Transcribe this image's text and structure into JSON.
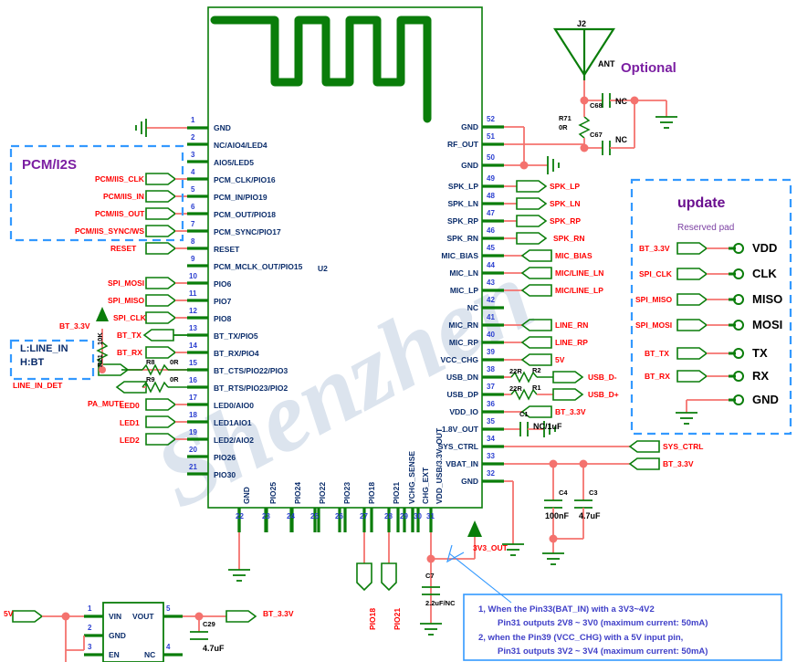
{
  "sheet": {
    "watermark": "Shenzhen",
    "ref_des": "U2",
    "optional_label": "Optional",
    "antenna_ref": "J2",
    "antenna_label": "ANT"
  },
  "blocks": {
    "pcm_i2s": {
      "title": "PCM/I2S"
    },
    "line_in_det": {
      "line1": "L:LINE_IN",
      "line2": "H:BT"
    },
    "update": {
      "title": "update",
      "subtitle": "Reserved pad"
    }
  },
  "left_pins": [
    {
      "num": "1",
      "name": "GND",
      "net": ""
    },
    {
      "num": "2",
      "name": "NC/AIO4/LED4",
      "net": ""
    },
    {
      "num": "3",
      "name": "AIO5/LED5",
      "net": ""
    },
    {
      "num": "4",
      "name": "PCM_CLK/PIO16",
      "net": "PCM/IIS_CLK"
    },
    {
      "num": "5",
      "name": "PCM_IN/PIO19",
      "net": "PCM/IIS_IN"
    },
    {
      "num": "6",
      "name": "PCM_OUT/PIO18",
      "net": "PCM/IIS_OUT"
    },
    {
      "num": "7",
      "name": "PCM_SYNC/PIO17",
      "net": "PCM/IIS_SYNC/WS"
    },
    {
      "num": "8",
      "name": "RESET",
      "net": "RESET"
    },
    {
      "num": "9",
      "name": "PCM_MCLK_OUT/PIO15",
      "net": ""
    },
    {
      "num": "10",
      "name": "PIO6",
      "net": "SPI_MOSI"
    },
    {
      "num": "11",
      "name": "PIO7",
      "net": "SPI_MISO"
    },
    {
      "num": "12",
      "name": "PIO8",
      "net": "SPI_CLK"
    },
    {
      "num": "13",
      "name": "BT_TX/PIO5",
      "net": "BT_TX"
    },
    {
      "num": "14",
      "name": "BT_RX/PIO4",
      "net": "BT_RX"
    },
    {
      "num": "15",
      "name": "BT_CTS/PIO22/PIO3",
      "net": "LINE_IN_DET"
    },
    {
      "num": "16",
      "name": "BT_RTS/PIO23/PIO2",
      "net": "PA_MUTE"
    },
    {
      "num": "17",
      "name": "LED0/AIO0",
      "net": "LED0"
    },
    {
      "num": "18",
      "name": "LED1AIO1",
      "net": "LED1"
    },
    {
      "num": "19",
      "name": "LED2/AIO2",
      "net": "LED2"
    },
    {
      "num": "20",
      "name": "PIO26",
      "net": ""
    },
    {
      "num": "21",
      "name": "PIO30",
      "net": ""
    }
  ],
  "bottom_pins": [
    {
      "num": "22",
      "name": "GND",
      "net": ""
    },
    {
      "num": "23",
      "name": "PIO25",
      "net": ""
    },
    {
      "num": "24",
      "name": "PIO24",
      "net": ""
    },
    {
      "num": "25",
      "name": "PIO22",
      "net": ""
    },
    {
      "num": "26",
      "name": "PIO23",
      "net": ""
    },
    {
      "num": "27",
      "name": "PIO18",
      "net": "PIO18"
    },
    {
      "num": "28",
      "name": "PIO21",
      "net": "PIO21"
    },
    {
      "num": "29",
      "name": "VCHG_SENSE",
      "net": ""
    },
    {
      "num": "30",
      "name": "CHG_EXT",
      "net": ""
    },
    {
      "num": "31",
      "name": "VDD_USB/3.3V_OUT",
      "net": "3V3_OUT"
    }
  ],
  "right_pins": [
    {
      "num": "52",
      "name": "GND",
      "net": ""
    },
    {
      "num": "51",
      "name": "RF_OUT",
      "net": ""
    },
    {
      "num": "50",
      "name": "GND",
      "net": ""
    },
    {
      "num": "49",
      "name": "SPK_LP",
      "net": "SPK_LP"
    },
    {
      "num": "48",
      "name": "SPK_LN",
      "net": "SPK_LN"
    },
    {
      "num": "47",
      "name": "SPK_RP",
      "net": "SPK_RP"
    },
    {
      "num": "46",
      "name": "SPK_RN",
      "net": "SPK_RN"
    },
    {
      "num": "45",
      "name": "MIC_BIAS",
      "net": "MIC_BIAS"
    },
    {
      "num": "44",
      "name": "MIC_LN",
      "net": "MIC/LINE_LN"
    },
    {
      "num": "43",
      "name": "MIC_LP",
      "net": "MIC/LINE_LP"
    },
    {
      "num": "42",
      "name": "NC",
      "net": ""
    },
    {
      "num": "41",
      "name": "MIC_RN",
      "net": "LINE_RN"
    },
    {
      "num": "40",
      "name": "MIC_RP",
      "net": "LINE_RP"
    },
    {
      "num": "39",
      "name": "VCC_CHG",
      "net": "5V"
    },
    {
      "num": "38",
      "name": "USB_DN",
      "net": "USB_D-"
    },
    {
      "num": "37",
      "name": "USB_DP",
      "net": "USB_D+"
    },
    {
      "num": "36",
      "name": "VDD_IO",
      "net": "BT_3.3V"
    },
    {
      "num": "35",
      "name": "1.8V_OUT",
      "net": ""
    },
    {
      "num": "34",
      "name": "SYS_CTRL",
      "net": "SYS_CTRL"
    },
    {
      "num": "33",
      "name": "VBAT_IN",
      "net": "BT_3.3V"
    },
    {
      "num": "32",
      "name": "GND",
      "net": ""
    }
  ],
  "reserved_pad": [
    {
      "net": "BT_3.3V",
      "pad": "VDD"
    },
    {
      "net": "SPI_CLK",
      "pad": "CLK"
    },
    {
      "net": "SPI_MISO",
      "pad": "MISO"
    },
    {
      "net": "SPI_MOSI",
      "pad": "MOSI"
    },
    {
      "net": "BT_TX",
      "pad": "TX"
    },
    {
      "net": "BT_RX",
      "pad": "RX"
    },
    {
      "net": "",
      "pad": "GND"
    }
  ],
  "components": {
    "r71": {
      "ref": "R71",
      "val": "0R"
    },
    "c68": {
      "ref": "C68",
      "val": "NC"
    },
    "c67": {
      "ref": "C67",
      "val": "NC"
    },
    "r21": {
      "ref": "R21",
      "val": "10K"
    },
    "r8": {
      "ref": "R8",
      "val": "0R"
    },
    "r9": {
      "ref": "R9",
      "val": "0R"
    },
    "r2": {
      "ref": "R2",
      "val": "22R"
    },
    "r1": {
      "ref": "R1",
      "val": "22R"
    },
    "c1": {
      "ref": "C1",
      "val": "NC/1uF"
    },
    "c4": {
      "ref": "C4",
      "val": "100nF"
    },
    "c3": {
      "ref": "C3",
      "val": "4.7uF"
    },
    "c7": {
      "ref": "C7",
      "val": "2.2uF/NC"
    },
    "c29": {
      "ref": "C29",
      "val": "4.7uF"
    }
  },
  "regulator": {
    "in_net": "5V",
    "out_net": "BT_3.3V",
    "pins": [
      {
        "num": "1",
        "name": "VIN"
      },
      {
        "num": "2",
        "name": "GND"
      },
      {
        "num": "3",
        "name": "EN"
      },
      {
        "num": "5",
        "name": "VOUT"
      },
      {
        "num": "4",
        "name": "NC"
      }
    ]
  },
  "note_box": {
    "line1": "1, When the Pin33(BAT_IN) with a 3V3~4V2",
    "line2": "Pin31 outputs 2V8 ~ 3V0 (maximum current: 50mA)",
    "line3": "2,  when the Pin39 (VCC_CHG) with a 5V input pin,",
    "line4": "Pin31 outputs 3V2 ~ 3V4 (maximum current: 50mA)"
  },
  "colors": {
    "wire_red": "#f4726e",
    "wire_green": "#0a7d0a",
    "pin_num": "#2b3fd0",
    "pin_name": "#0b2d6b",
    "net_red": "#ff0000",
    "dashed_blue": "#3399ff",
    "purple": "#7b1fa2",
    "note_blue": "#4040c8"
  }
}
